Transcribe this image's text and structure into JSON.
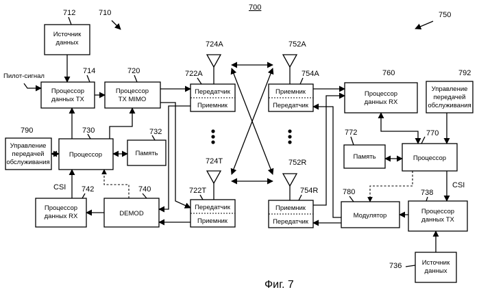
{
  "figure": {
    "number": "700",
    "caption": "Фиг. 7"
  },
  "left": {
    "ref": "710",
    "data_source": {
      "ref": "712",
      "label": [
        "Источник",
        "данных"
      ]
    },
    "pilot": {
      "label": "Пилот-сигнал"
    },
    "tx_data_proc": {
      "ref": "714",
      "label": [
        "Процессор",
        "данных TX"
      ]
    },
    "tx_mimo_proc": {
      "ref": "720",
      "label": [
        "Процессор",
        "TX MIMO"
      ]
    },
    "handover": {
      "ref": "790",
      "label": [
        "Управление",
        "передачей",
        "обслуживания"
      ]
    },
    "processor": {
      "ref": "730",
      "label": [
        "Процессор"
      ]
    },
    "memory": {
      "ref": "732",
      "label": [
        "Память"
      ]
    },
    "csi": {
      "label": "CSI"
    },
    "rx_data_proc": {
      "ref": "742",
      "label": [
        "Процессор",
        "данных RX"
      ]
    },
    "demod": {
      "ref": "740",
      "label": [
        "DEMOD"
      ]
    },
    "trx_a": {
      "ref": "722A",
      "top": "Передатчик",
      "bottom": "Приемник"
    },
    "trx_t": {
      "ref": "722T",
      "top": "Передатчик",
      "bottom": "Приемник"
    },
    "ant_a": {
      "ref": "724A"
    },
    "ant_t": {
      "ref": "724T"
    }
  },
  "right": {
    "ref": "750",
    "ant_a": {
      "ref": "752A"
    },
    "ant_r": {
      "ref": "752R"
    },
    "trx_a": {
      "ref": "754A",
      "top": "Приемник",
      "bottom": "Передатчик"
    },
    "trx_r": {
      "ref": "754R",
      "top": "Приемник",
      "bottom": "Передатчик"
    },
    "rx_data_proc": {
      "ref": "760",
      "label": [
        "Процессор",
        "данных RX"
      ]
    },
    "handover": {
      "ref": "792",
      "label": [
        "Управление",
        "передачей",
        "обслуживания"
      ]
    },
    "memory": {
      "ref": "772",
      "label": [
        "Память"
      ]
    },
    "processor": {
      "ref": "770",
      "label": [
        "Процессор"
      ]
    },
    "csi": {
      "label": "CSI"
    },
    "modulator": {
      "ref": "780",
      "label": [
        "Модулятор"
      ]
    },
    "tx_data_proc": {
      "ref": "738",
      "label": [
        "Процессор",
        "данных TX"
      ]
    },
    "data_source": {
      "ref": "736",
      "label": [
        "Источник",
        "данных"
      ]
    }
  }
}
